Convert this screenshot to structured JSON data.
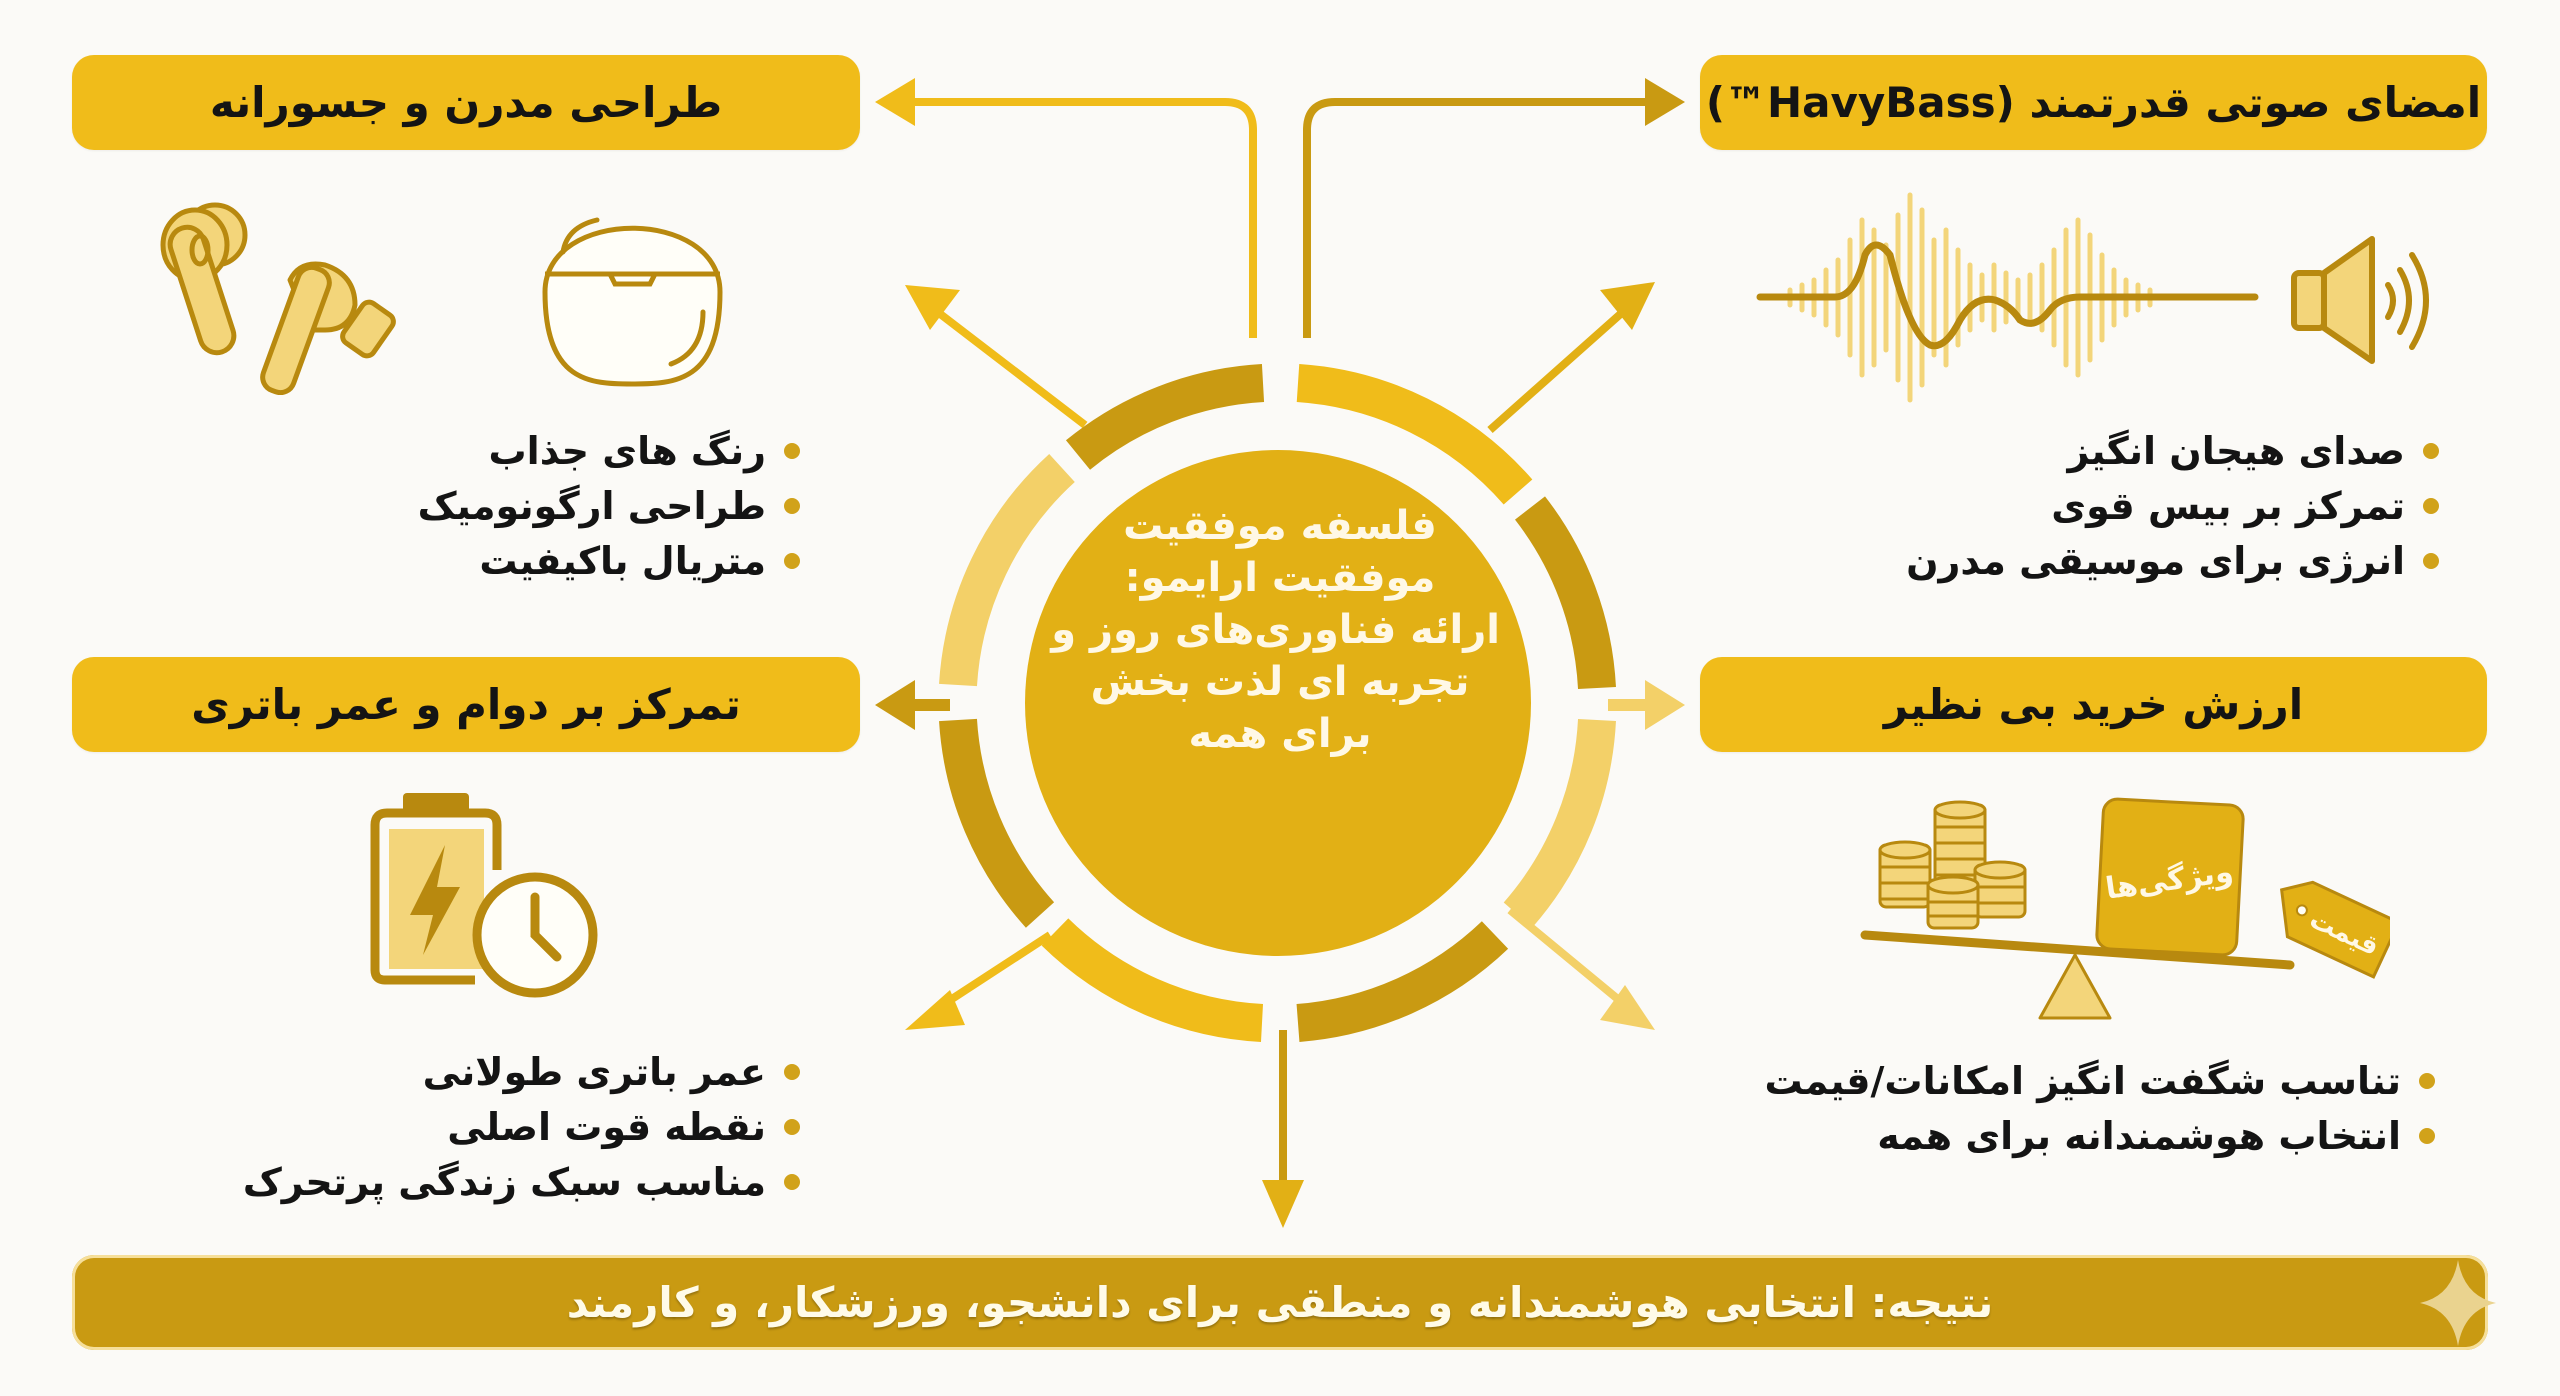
{
  "center": {
    "lines": [
      "فلسفه موفقیت",
      "موفقیت ارایمو:",
      "ارائه فناوری‌های روز و",
      "تجربه ای لذت بخش",
      "برای همه"
    ]
  },
  "sections": {
    "design": {
      "title": "طراحی مدرن و جسورانه",
      "icons": [
        "earbuds-icon",
        "charging-case-icon"
      ],
      "bullets": [
        "رنگ های جذاب",
        "طراحی ارگونومیک",
        "متریال باکیفیت"
      ]
    },
    "sound": {
      "title": "امضای صوتی قدرتمند (HavyBass™)",
      "icons": [
        "sound-wave-icon",
        "speaker-icon"
      ],
      "bullets": [
        "صدای هیجان انگیز",
        "تمرکز بر بیس قوی",
        "انرژی برای موسیقی مدرن"
      ]
    },
    "battery": {
      "title": "تمرکز بر دوام و عمر باتری",
      "icons": [
        "battery-charging-icon",
        "clock-icon"
      ],
      "bullets": [
        "عمر باتری طولانی",
        "نقطه قوت اصلی",
        "مناسب سبک زندگی پرتحرک"
      ]
    },
    "value": {
      "title": "ارزش خرید بی نظیر",
      "icons": [
        "coins-icon",
        "balance-scale-icon",
        "price-tag-icon"
      ],
      "features_label": "ویژگی‌ها",
      "price_label": "قیمت",
      "bullets": [
        "تناسب شگفت انگیز امکانات/قیمت",
        "انتخاب هوشمندانه برای همه"
      ]
    }
  },
  "conclusion": "نتیجه: انتخابی هوشمندانه و منطقی برای دانشجو، ورزشکار، و کارمند",
  "colors": {
    "header_bg": "#f0bc1a",
    "disk": "#e2b015",
    "dark_gold": "#c99a12",
    "light_gold": "#f3d068",
    "pale_gold": "#f6df9a",
    "bullet_dot": "#d1a21a",
    "text": "#141414",
    "background": "#fbfaf7"
  }
}
